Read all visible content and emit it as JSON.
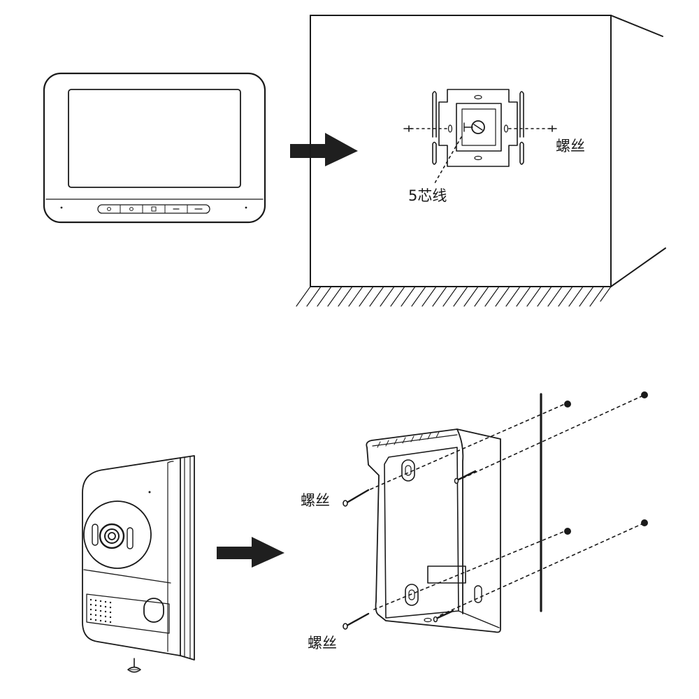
{
  "labels": {
    "screw_top": "螺丝",
    "wire": "5芯线",
    "screw_left": "螺丝",
    "screw_bottom": "螺丝"
  },
  "colors": {
    "stroke": "#1a1a1a",
    "arrow": "#1f1f1f",
    "background": "#ffffff"
  }
}
